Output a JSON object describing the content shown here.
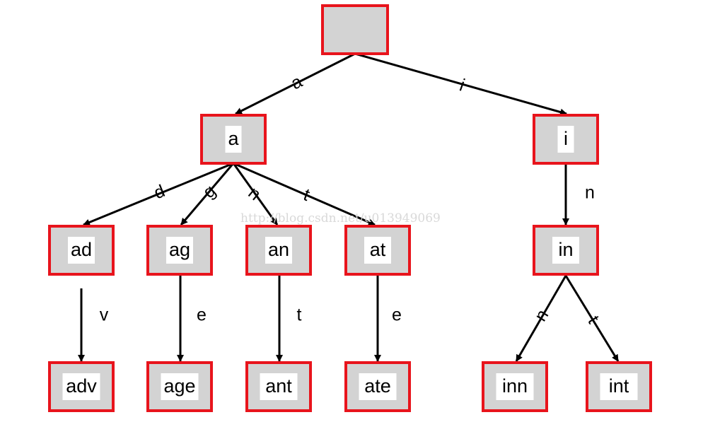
{
  "watermark": "http://blog.csdn.net/u013949069",
  "colors": {
    "node_fill": "#d3d3d3",
    "node_border": "#e8141c",
    "edge": "#000000"
  },
  "nodes": [
    {
      "id": "root",
      "label": ""
    },
    {
      "id": "a",
      "label": "a"
    },
    {
      "id": "i",
      "label": "i"
    },
    {
      "id": "ad",
      "label": "ad"
    },
    {
      "id": "ag",
      "label": "ag"
    },
    {
      "id": "an",
      "label": "an"
    },
    {
      "id": "at",
      "label": "at"
    },
    {
      "id": "in",
      "label": "in"
    },
    {
      "id": "adv",
      "label": "adv"
    },
    {
      "id": "age",
      "label": "age"
    },
    {
      "id": "ant",
      "label": "ant"
    },
    {
      "id": "ate",
      "label": "ate"
    },
    {
      "id": "inn",
      "label": "inn"
    },
    {
      "id": "int",
      "label": "int"
    }
  ],
  "edges": [
    {
      "from": "root",
      "to": "a",
      "label": "a"
    },
    {
      "from": "root",
      "to": "i",
      "label": "i"
    },
    {
      "from": "a",
      "to": "ad",
      "label": "d"
    },
    {
      "from": "a",
      "to": "ag",
      "label": "g"
    },
    {
      "from": "a",
      "to": "an",
      "label": "n"
    },
    {
      "from": "a",
      "to": "at",
      "label": "t"
    },
    {
      "from": "i",
      "to": "in",
      "label": "n"
    },
    {
      "from": "ad",
      "to": "adv",
      "label": "v"
    },
    {
      "from": "ag",
      "to": "age",
      "label": "e"
    },
    {
      "from": "an",
      "to": "ant",
      "label": "t"
    },
    {
      "from": "at",
      "to": "ate",
      "label": "e"
    },
    {
      "from": "in",
      "to": "inn",
      "label": "n"
    },
    {
      "from": "in",
      "to": "int",
      "label": "t"
    }
  ]
}
